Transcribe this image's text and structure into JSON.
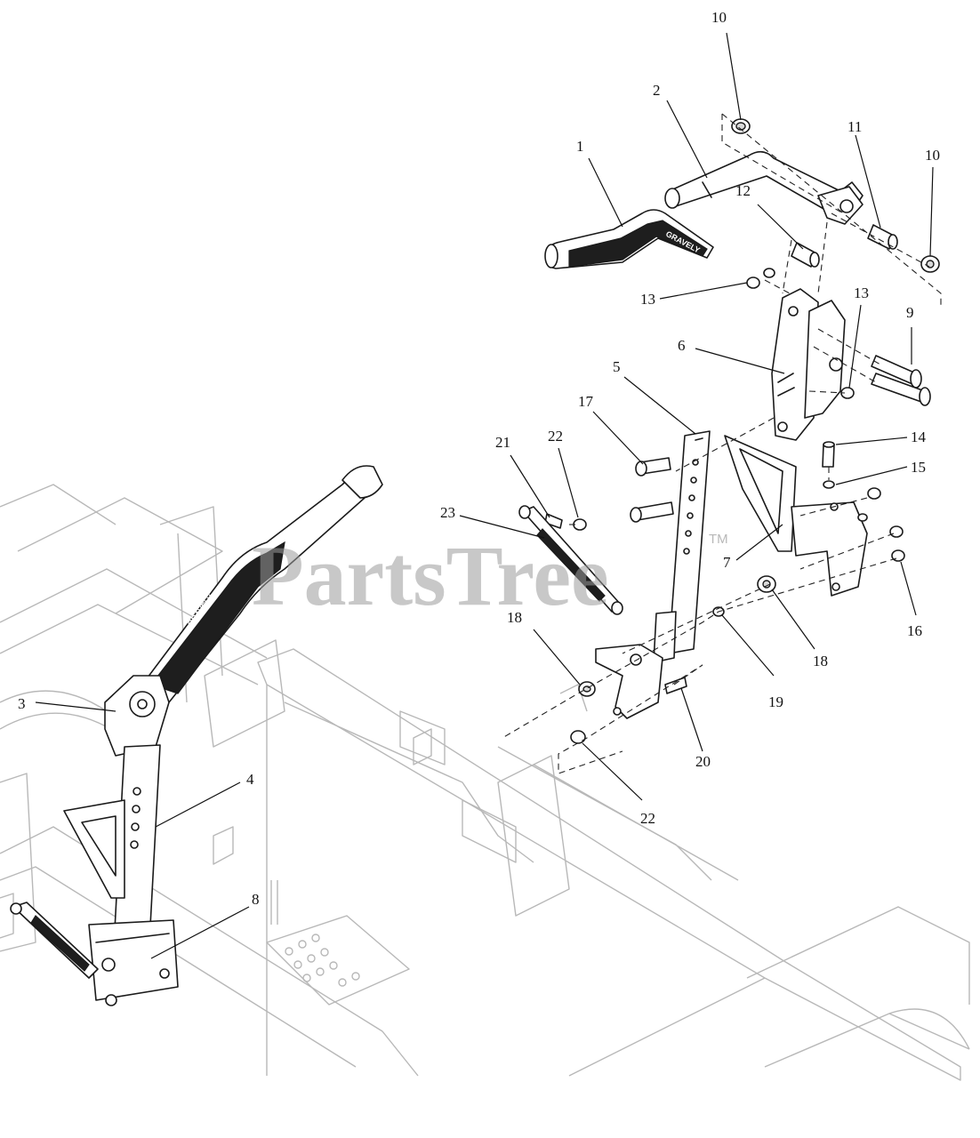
{
  "watermark": {
    "text": "PartsTree",
    "mark": "TM"
  },
  "brand_mark": "GRAVELY",
  "callouts": [
    {
      "id": "c1",
      "label": "1"
    },
    {
      "id": "c2",
      "label": "2"
    },
    {
      "id": "c3",
      "label": "3"
    },
    {
      "id": "c4",
      "label": "4"
    },
    {
      "id": "c5",
      "label": "5"
    },
    {
      "id": "c6",
      "label": "6"
    },
    {
      "id": "c7",
      "label": "7"
    },
    {
      "id": "c8",
      "label": "8"
    },
    {
      "id": "c9",
      "label": "9"
    },
    {
      "id": "c10a",
      "label": "10"
    },
    {
      "id": "c10b",
      "label": "10"
    },
    {
      "id": "c11",
      "label": "11"
    },
    {
      "id": "c12",
      "label": "12"
    },
    {
      "id": "c13a",
      "label": "13"
    },
    {
      "id": "c13b",
      "label": "13"
    },
    {
      "id": "c14",
      "label": "14"
    },
    {
      "id": "c15",
      "label": "15"
    },
    {
      "id": "c16",
      "label": "16"
    },
    {
      "id": "c17",
      "label": "17"
    },
    {
      "id": "c18a",
      "label": "18"
    },
    {
      "id": "c18b",
      "label": "18"
    },
    {
      "id": "c19",
      "label": "19"
    },
    {
      "id": "c20",
      "label": "20"
    },
    {
      "id": "c21",
      "label": "21"
    },
    {
      "id": "c22a",
      "label": "22"
    },
    {
      "id": "c22b",
      "label": "22"
    },
    {
      "id": "c23",
      "label": "23"
    }
  ]
}
